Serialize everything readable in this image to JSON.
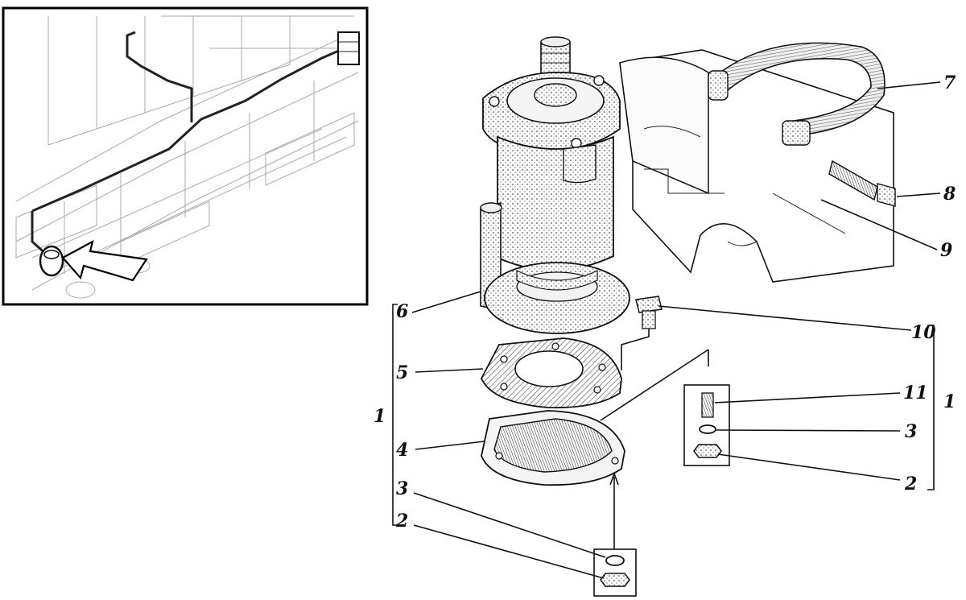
{
  "figure": {
    "labels": {
      "motor_assembly": "6",
      "gasket": "5",
      "mounting_plate": "4",
      "assembly_left": "1",
      "washer_left": "3",
      "nut_left": "2",
      "bolt": "10",
      "stud": "11",
      "assembly_right": "1",
      "washer_right": "3",
      "nut_right": "2",
      "strap_clamp": "7",
      "bracket_bolt": "8",
      "bracket_body": "9"
    },
    "icons": {
      "location_arrow": "arrow-icon",
      "frame_sketch": "chassis-frame-icon"
    },
    "colors": {
      "ink": "#111111",
      "paper": "#ffffff"
    }
  }
}
